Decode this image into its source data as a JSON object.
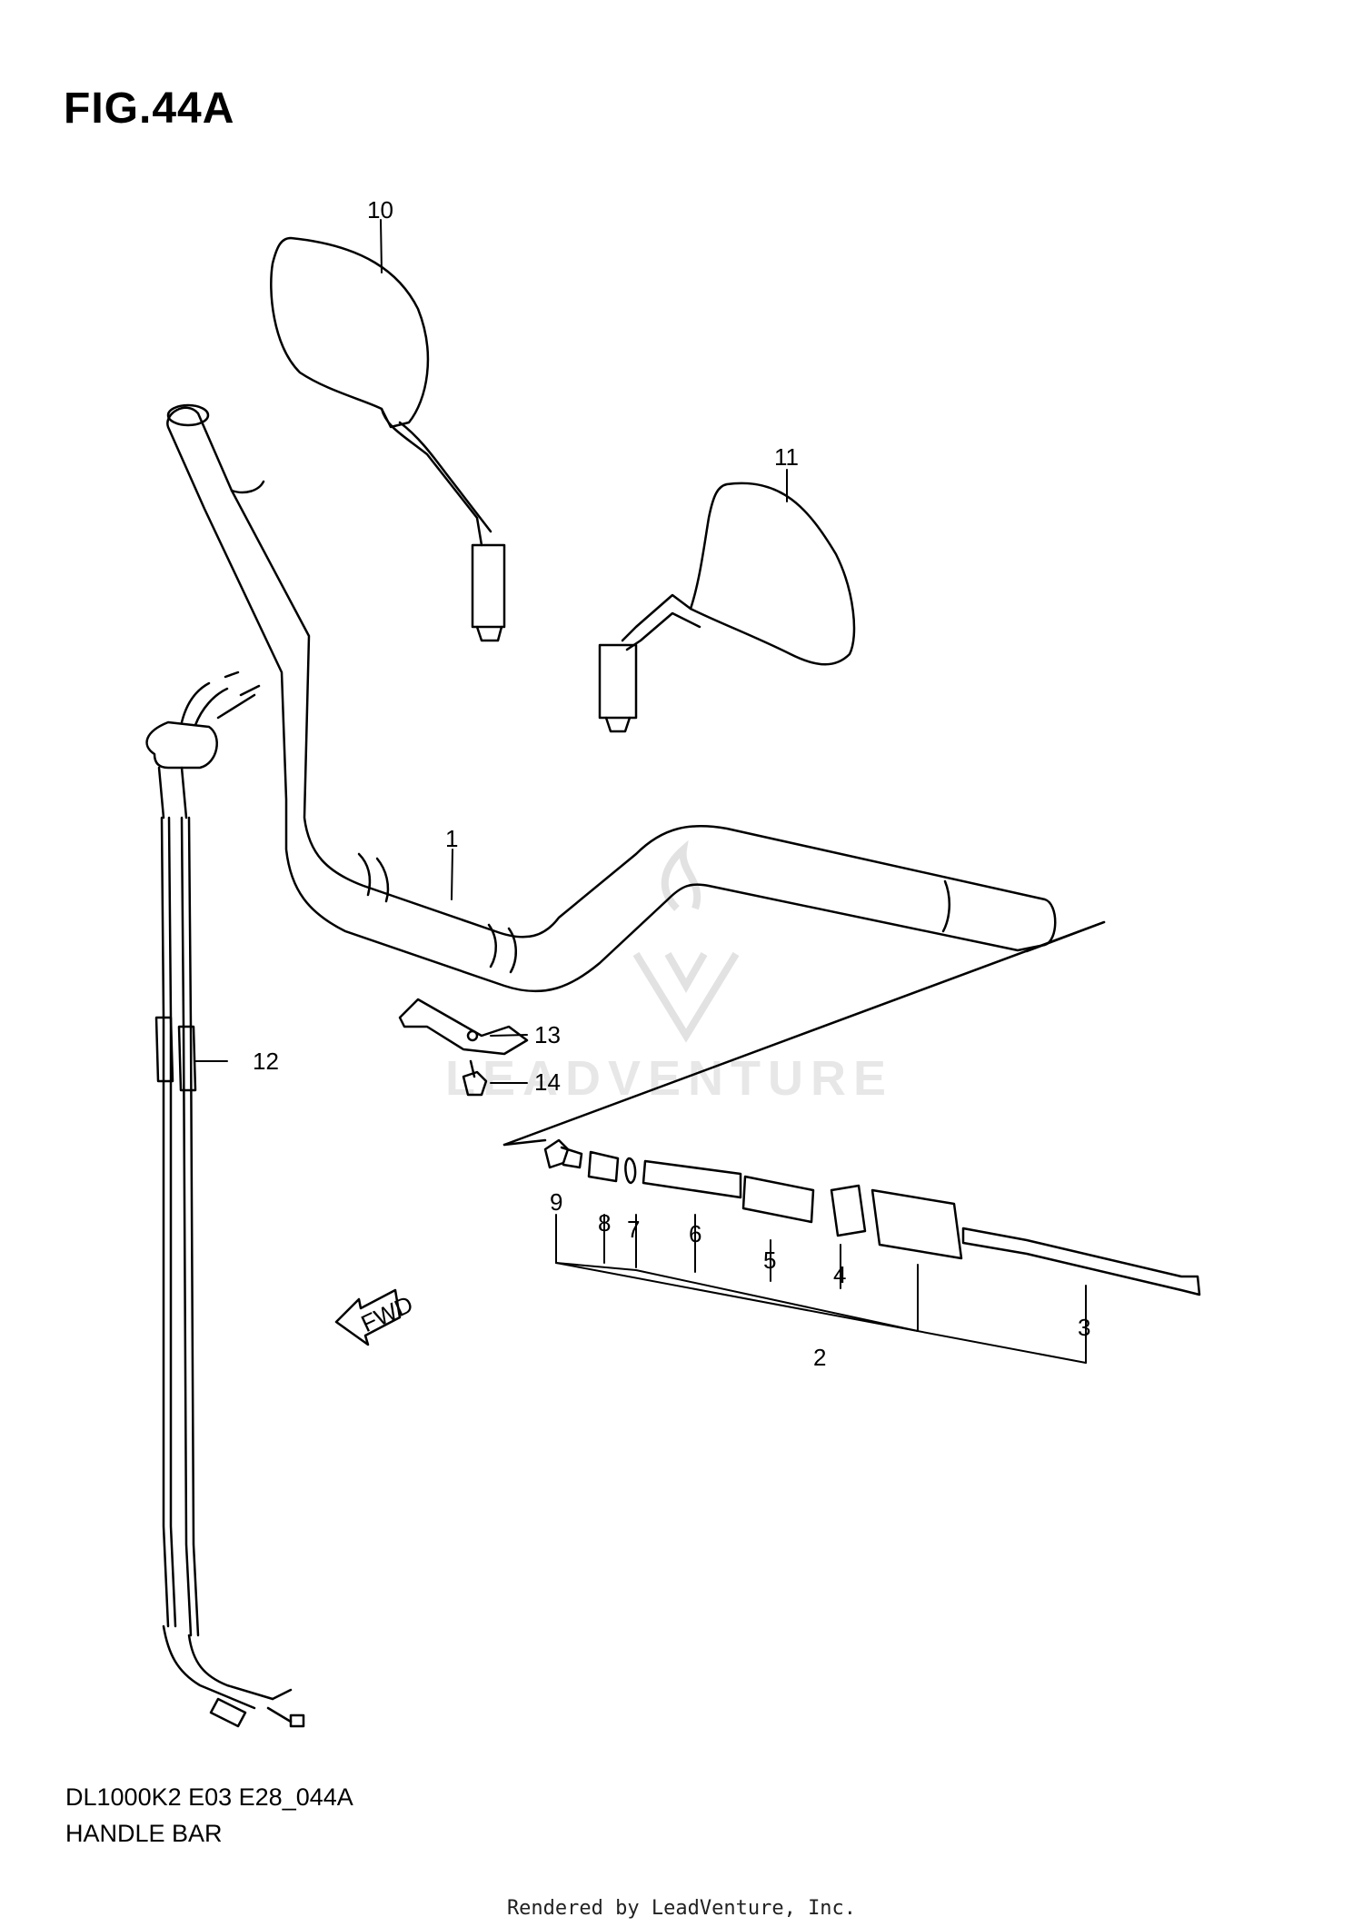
{
  "figure": {
    "title": "FIG.44A"
  },
  "footer": {
    "code": "DL1000K2 E03 E28_044A",
    "name": "HANDLE BAR"
  },
  "rendered_by": "Rendered by LeadVenture, Inc.",
  "watermark": {
    "text": "LEADVENTURE"
  },
  "callouts": {
    "c1": "1",
    "c2": "2",
    "c3": "3",
    "c4": "4",
    "c5": "5",
    "c6": "6",
    "c7": "7",
    "c8": "8",
    "c9": "9",
    "c10": "10",
    "c11": "11",
    "c12": "12",
    "c13": "13",
    "c14": "14"
  },
  "fwd_arrow": {
    "label": "FWD"
  }
}
